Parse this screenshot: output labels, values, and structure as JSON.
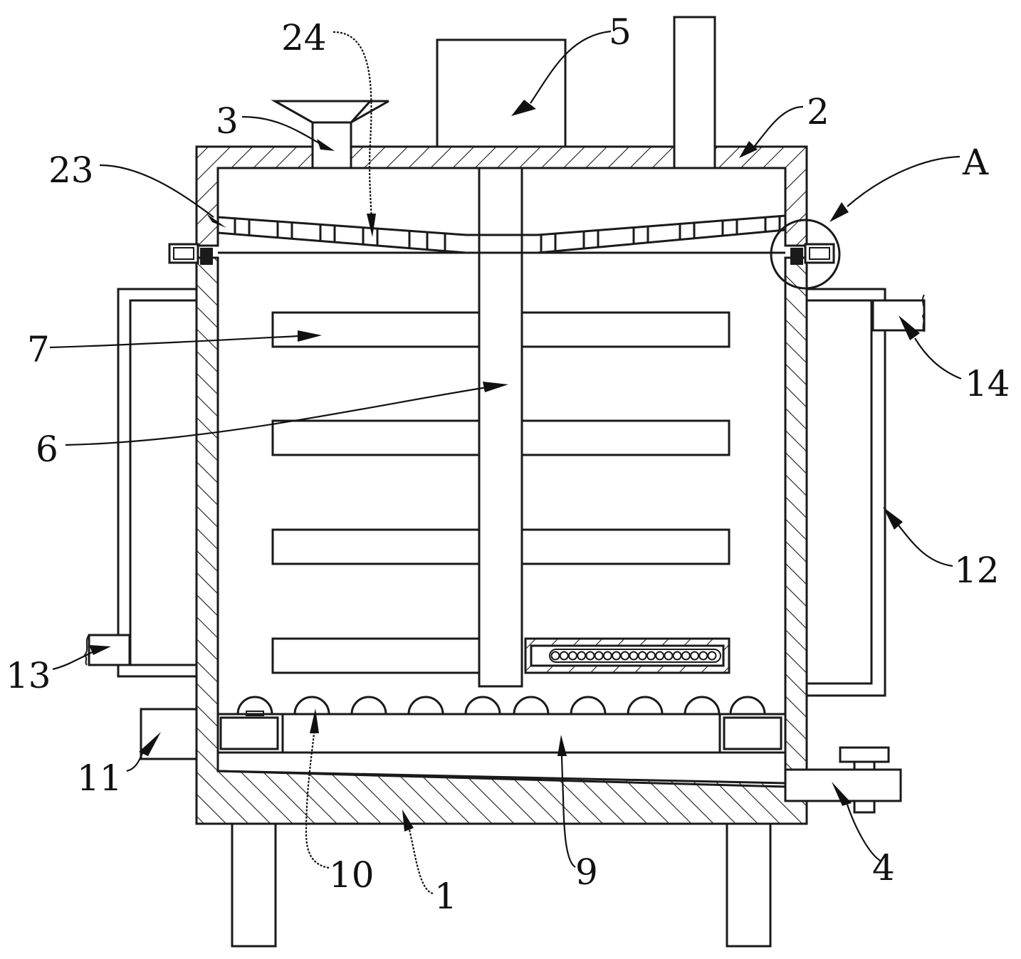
{
  "figure": {
    "description_type": "patent cross-section drawing",
    "colors": {
      "ink": "#1a1a1a",
      "background": "#ffffff"
    }
  },
  "labels": {
    "l1": "1",
    "l2": "2",
    "l3": "3",
    "l4": "4",
    "l5": "5",
    "l6": "6",
    "l7": "7",
    "l9": "9",
    "l10": "10",
    "l11": "11",
    "l12": "12",
    "l13": "13",
    "l14": "14",
    "l23": "23",
    "l24": "24",
    "lA": "A"
  },
  "counts": {
    "stirring_blade_rows": 4,
    "heating_bumps": 10,
    "heater_coil_turns": 19
  }
}
